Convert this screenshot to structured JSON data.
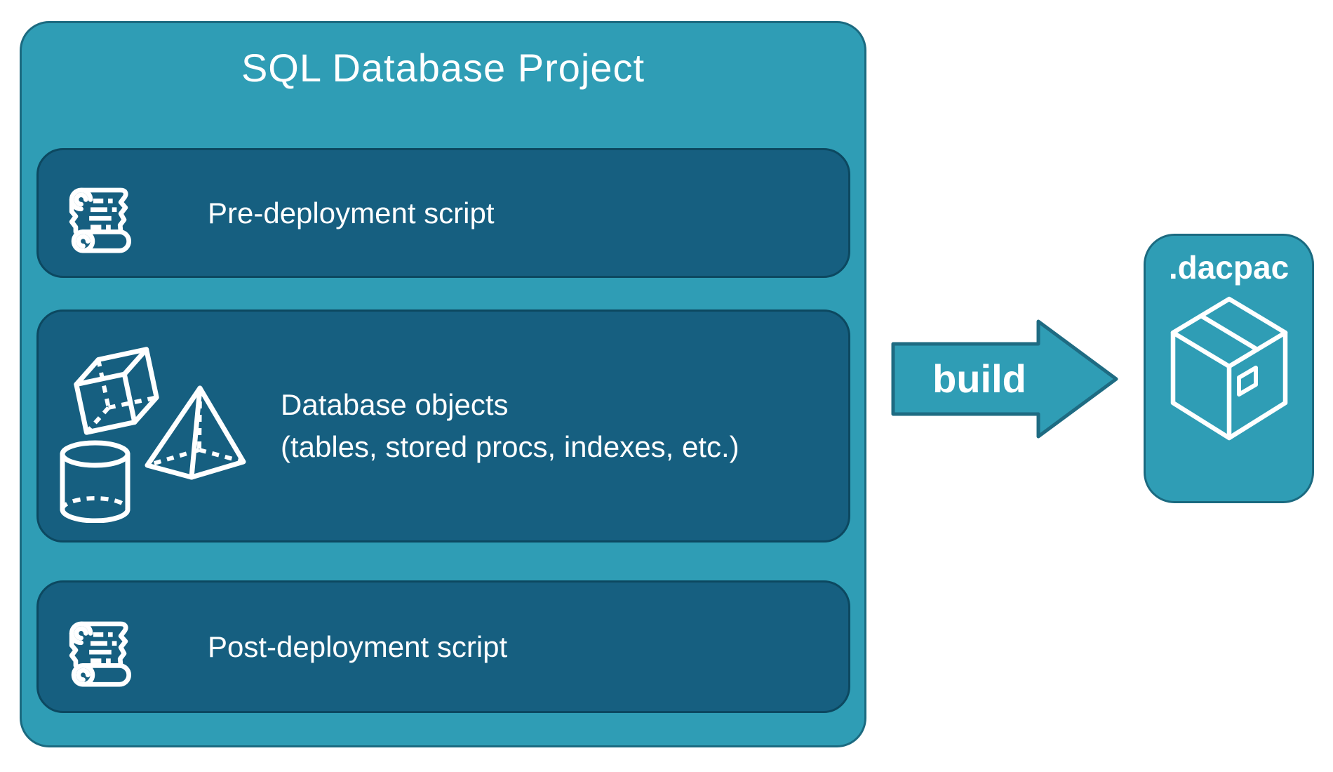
{
  "diagram": {
    "project": {
      "title": "SQL Database Project",
      "panels": [
        {
          "id": "pre-deployment-script",
          "icon": "scroll-icon",
          "label": "Pre-deployment script"
        },
        {
          "id": "database-objects",
          "icon": "3d-shapes-icon",
          "label_line1": "Database objects",
          "label_line2": "(tables, stored procs, indexes, etc.)"
        },
        {
          "id": "post-deployment-script",
          "icon": "scroll-icon",
          "label": "Post-deployment script"
        }
      ]
    },
    "arrow": {
      "label": "build",
      "direction": "right"
    },
    "artifact": {
      "label": ".dacpac",
      "icon": "package-icon"
    },
    "colors": {
      "teal": "#2F9DB5",
      "teal_border": "#1B6A80",
      "panel_fill": "#165F80",
      "panel_border": "#0C4860",
      "text": "#FFFFFF",
      "page_background": "#FFFFFF"
    }
  }
}
